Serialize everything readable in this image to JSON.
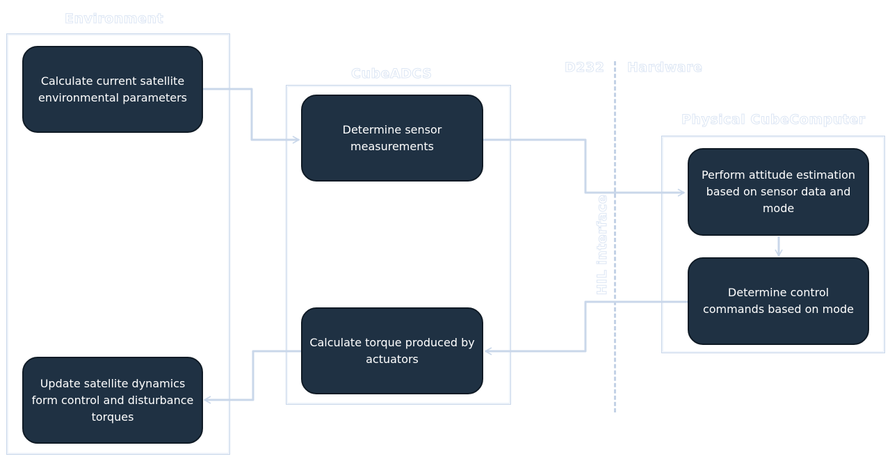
{
  "containers": {
    "environment": "Environment",
    "cubeadcs": "CubeADCS",
    "physical": "Physical CubeComputer"
  },
  "divider": {
    "left_label": "D232",
    "right_label": "Hardware",
    "interface_label": "HIL interface"
  },
  "nodes": {
    "calc_env": "Calculate current satellite environmental parameters",
    "update_dyn": "Update satellite dynamics form control and disturbance torques",
    "determine_sensor": "Determine  sensor measurements",
    "calc_torque": "Calculate torque produced by actuators",
    "attitude_est": "Perform attitude estimation based on sensor data and mode",
    "control_cmds": "Determine control commands based on mode"
  },
  "colors": {
    "node_fill": "#1f3143",
    "node_border": "#0f1a25",
    "node_text": "#ffffff",
    "container_border": "#c9d7ea",
    "connector": "#c9d7ea"
  }
}
